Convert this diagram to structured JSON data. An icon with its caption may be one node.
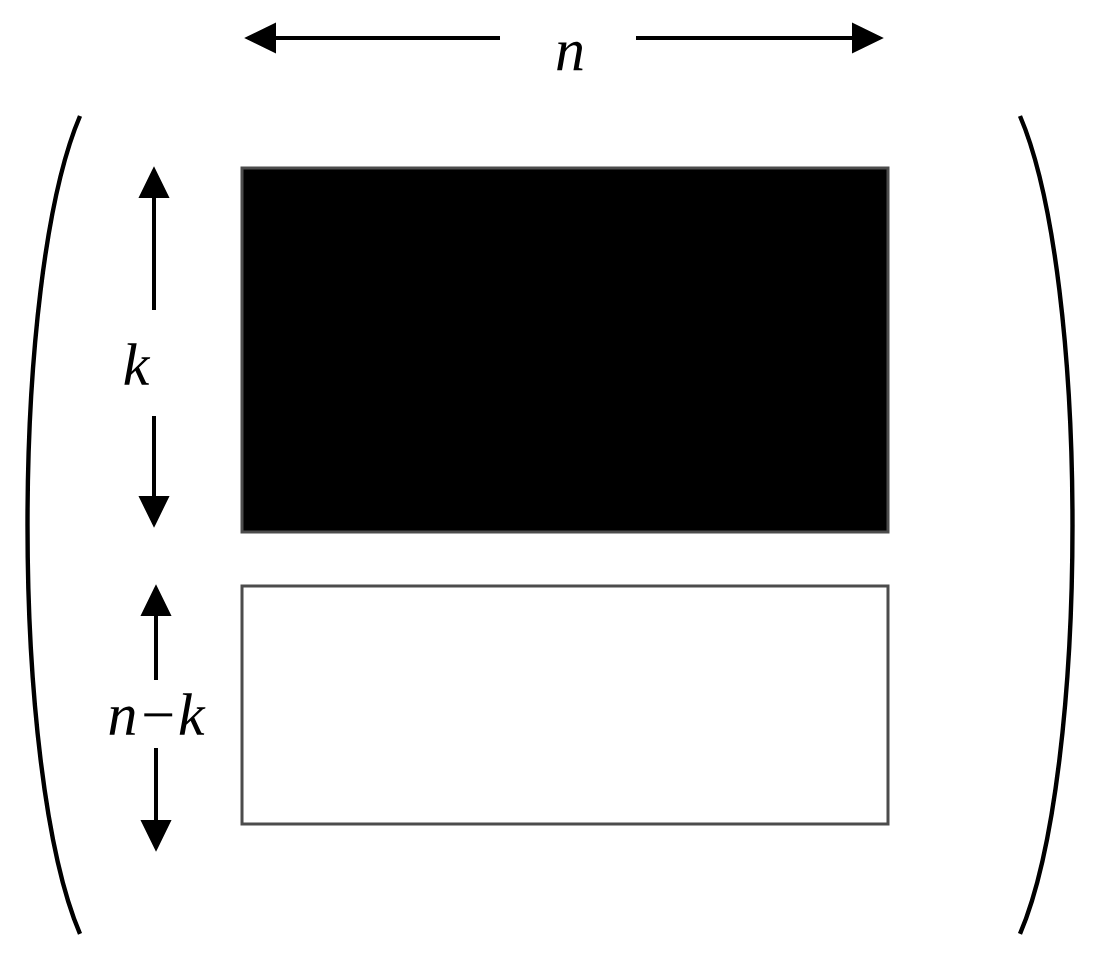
{
  "diagram": {
    "nodes": [
      {
        "text": [],
        "shape": "box"
      },
      {
        "text": [],
        "shape": "box"
      }
    ],
    "labels": [
      "n",
      "k",
      "n−k"
    ]
  }
}
